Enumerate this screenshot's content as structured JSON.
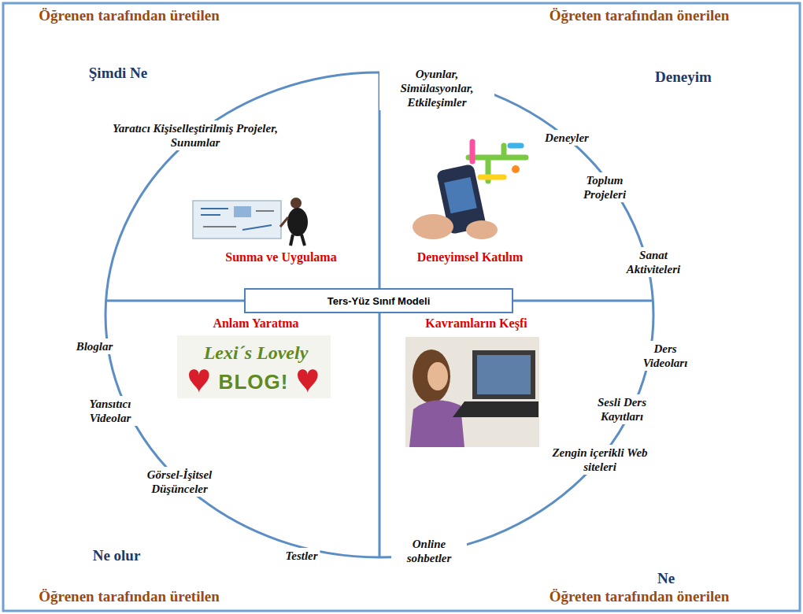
{
  "diagram": {
    "nodes": [
      {
        "text": [
          "Ters-Yüz Sınıf Modeli"
        ]
      }
    ],
    "labels": [
      "Öğrenen tarafından üretilen",
      "Öğreten tarafından önerilen",
      "Şimdi Ne",
      "Deneyim",
      "Yaratıcı Kişiselleştirilmiş Projeler, Sunumlar",
      "Oyunlar, Simülasyonlar, Etkileşimler",
      "Deneyler",
      "Toplum Projeleri",
      "Sunma ve Uygulama",
      "Deneyimsel Katılım",
      "Sanat Aktiviteleri",
      "Anlam Yaratma",
      "Kavramların Keşfi",
      "Ders Videoları",
      "Bloglar",
      "Lexi´s Lovely",
      "BLOG!",
      "Sesli Ders Kayıtları",
      "Yansıtıcı Videolar",
      "Zengin içerikli Web siteleri",
      "Görsel-İşitsel Düşünceler",
      "Online sohbetler",
      "Ne olur",
      "Testler",
      "Ne",
      "Öğrenen tarafından üretilen",
      "Öğreten tarafından önerilen"
    ]
  }
}
